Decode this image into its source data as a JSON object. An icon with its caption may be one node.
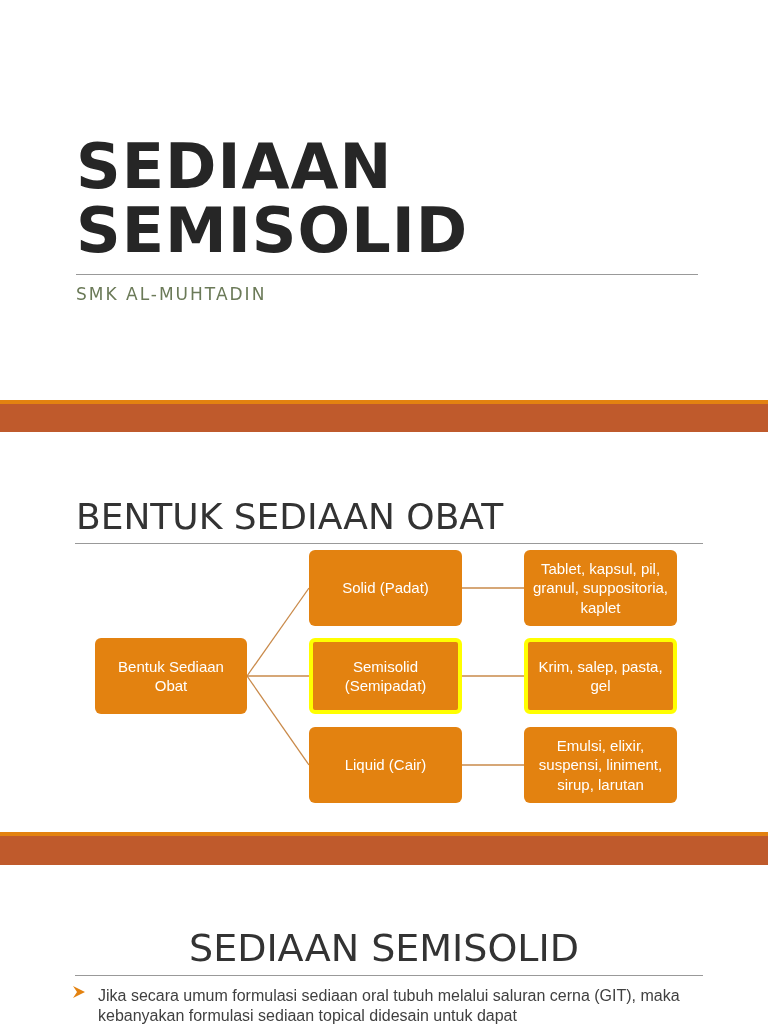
{
  "diagram": {
    "title": "SEDIAAN SEMISOLID",
    "nodes": [
      {
        "text": [
          "Bentuk Sediaan Obat"
        ]
      },
      {
        "text": [
          "Solid (Padat)"
        ]
      },
      {
        "text": [
          "Semisolid (Semipadat)"
        ]
      },
      {
        "text": [
          "Liquid (Cair)"
        ]
      },
      {
        "text": [
          "Tablet, kapsul, pil, granul, suppositoria, kaplet"
        ]
      },
      {
        "text": [
          "Krim, salep, pasta, gel"
        ]
      },
      {
        "text": [
          "Emulsi, elixir, suspensi, liniment, sirup, larutan"
        ]
      }
    ],
    "edges": [
      {
        "from": 0,
        "to": 1,
        "arrow": "none"
      },
      {
        "from": 0,
        "to": 2,
        "arrow": "none"
      },
      {
        "from": 0,
        "to": 3,
        "arrow": "none"
      },
      {
        "from": 1,
        "to": 4,
        "arrow": "none"
      },
      {
        "from": 2,
        "to": 5,
        "arrow": "none"
      },
      {
        "from": 3,
        "to": 6,
        "arrow": "none"
      }
    ],
    "labels": [
      "SMK AL-MUHTADIN",
      "BENTUK SEDIAAN OBAT",
      "SEDIAAN SEMISOLID",
      "Jika secara umum formulasi sediaan oral tubuh melalui saluran cerna (GIT), maka kebanyakan formulasi sediaan topical didesain untuk dapat"
    ]
  }
}
